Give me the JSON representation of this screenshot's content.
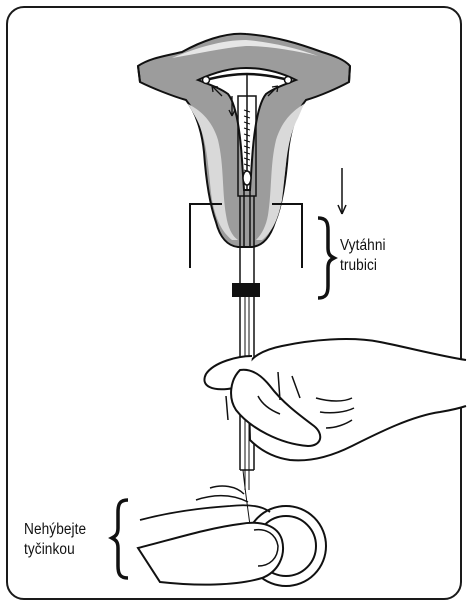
{
  "labels": {
    "withdraw_tube": {
      "line1": "Vytáhni",
      "line2": "trubici"
    },
    "do_not_move_rod": {
      "line1": "Nehýbejte",
      "line2": "tyčinkou"
    }
  },
  "colors": {
    "stroke": "#111111",
    "uterus_fill": "#9a9a9a",
    "uterus_shade": "#cfcfcf",
    "skin_fill": "#ffffff"
  }
}
